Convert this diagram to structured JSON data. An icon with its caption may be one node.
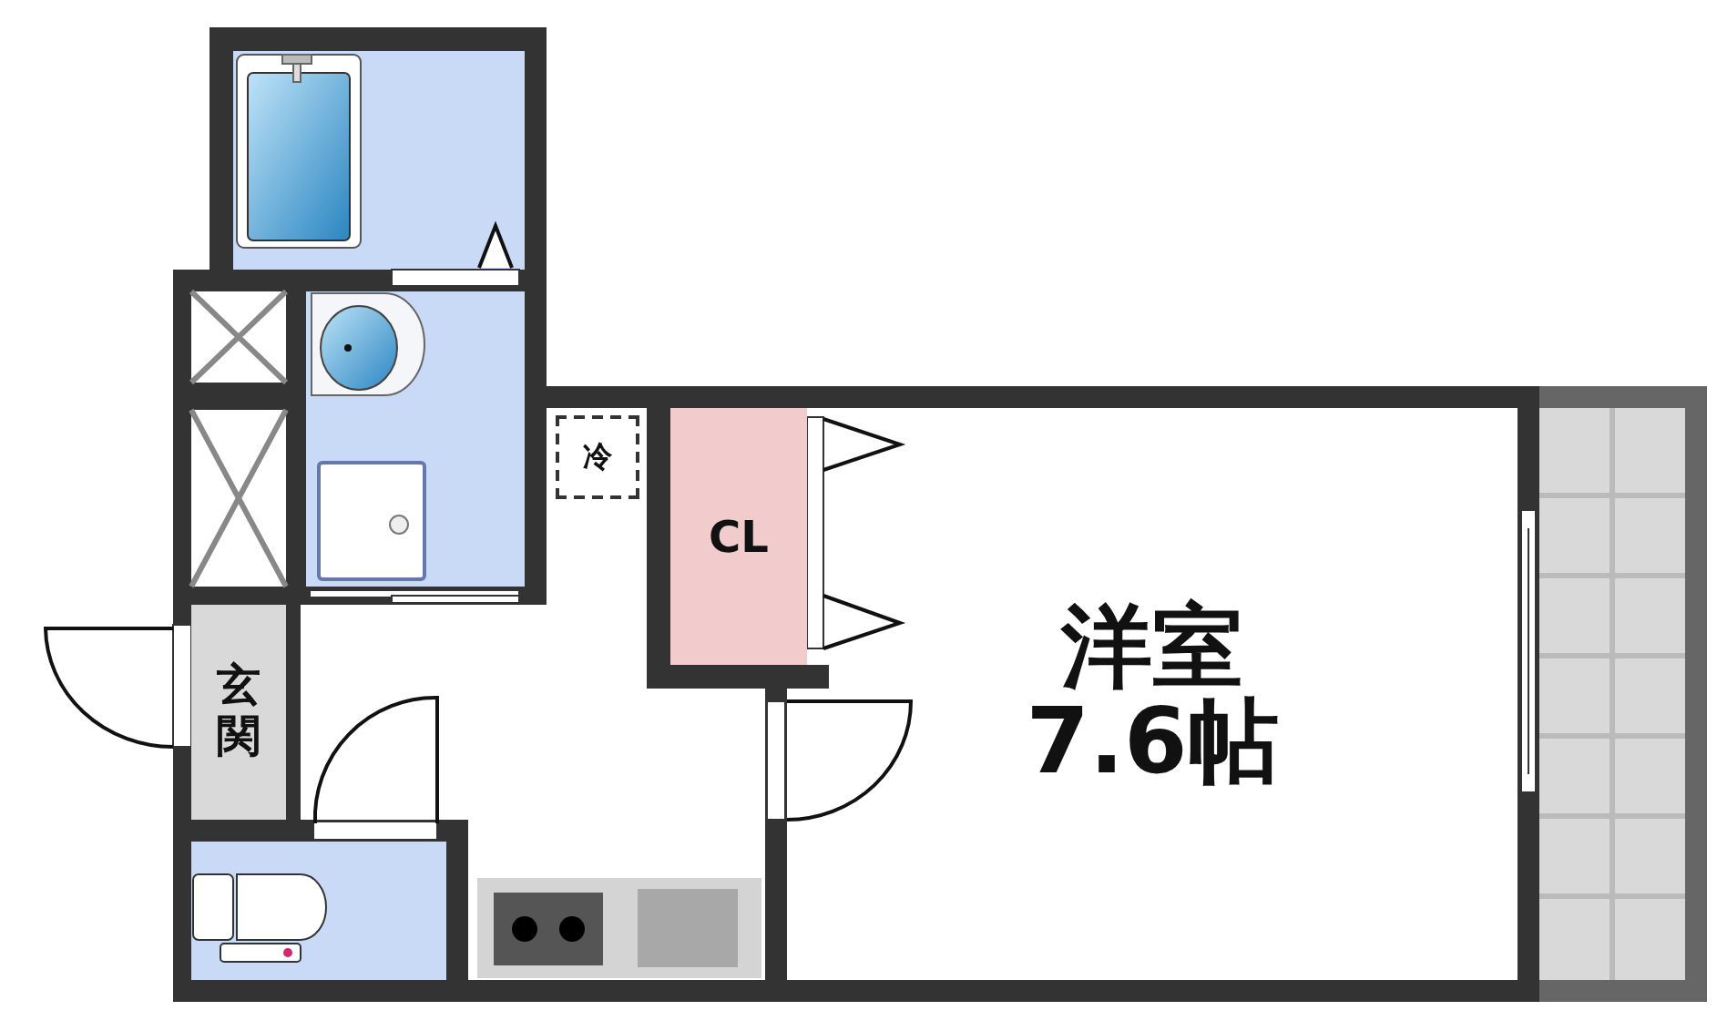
{
  "diagram": {
    "nodes": [
      {
        "text": [
          "洋室",
          "7.6帖"
        ]
      },
      {
        "text": [
          "CL"
        ]
      },
      {
        "text": [
          "玄関"
        ]
      },
      {
        "text": [
          "冷"
        ]
      }
    ]
  }
}
